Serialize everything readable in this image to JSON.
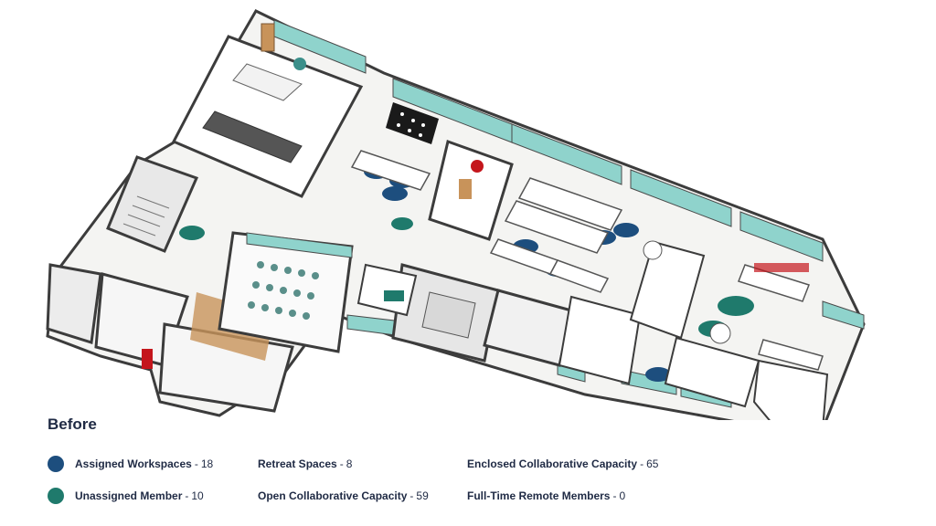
{
  "title": "Before",
  "colors": {
    "assigned": "#1d4e7e",
    "unassigned": "#1f7a6c",
    "glass": "#8fd3cc",
    "wall": "#4a4a4a",
    "floor": "#f4f4f2",
    "wood": "#c8935a",
    "accent_red": "#c4161c"
  },
  "legend": [
    {
      "label": "Assigned Workspaces",
      "value": "18",
      "icon": "assigned-dot"
    },
    {
      "label": "Unassigned Member",
      "value": "10",
      "icon": "unassigned-dot"
    },
    {
      "label": "Retreat Spaces",
      "value": "8"
    },
    {
      "label": "Open Collaborative Capacity",
      "value": "59"
    },
    {
      "label": "Enclosed Collaborative Capacity",
      "value": "65"
    },
    {
      "label": "Full-Time Remote Members",
      "value": "0"
    }
  ]
}
